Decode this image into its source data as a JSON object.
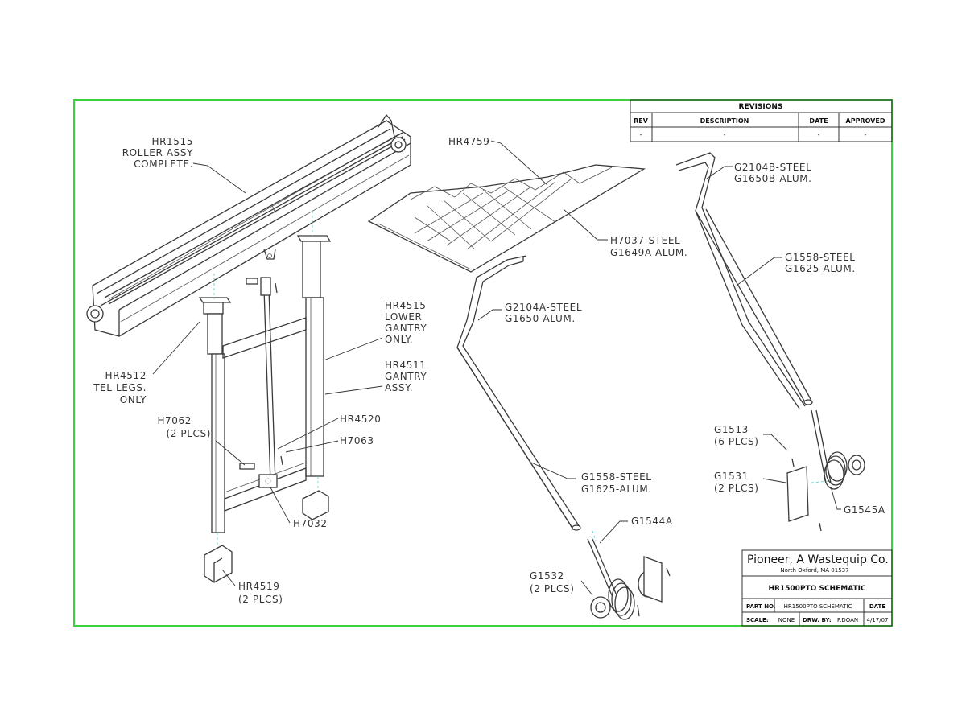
{
  "drawing": {
    "frame_color": "#3bd23b",
    "callouts": {
      "hr1515": [
        "HR1515",
        "ROLLER ASSY",
        "COMPLETE."
      ],
      "hr4512": [
        "HR4512",
        "TEL LEGS.",
        "ONLY"
      ],
      "h7062": [
        "H7062",
        "(2 PLCS)"
      ],
      "hr4515": [
        "HR4515",
        "LOWER",
        "GANTRY",
        "ONLY."
      ],
      "hr4511": [
        "HR4511",
        "GANTRY",
        "ASSY."
      ],
      "hr4520": [
        "HR4520"
      ],
      "h7063": [
        "H7063"
      ],
      "h7032": [
        "H7032"
      ],
      "hr4519": [
        "HR4519",
        "(2 PLCS)"
      ],
      "hr4759": [
        "HR4759"
      ],
      "h7037": [
        "H7037-STEEL",
        "G1649A-ALUM."
      ],
      "g2104b": [
        "G2104B-STEEL",
        "G1650B-ALUM."
      ],
      "g1558_right": [
        "G1558-STEEL",
        "G1625-ALUM."
      ],
      "g2104a": [
        "G2104A-STEEL",
        "G1650-ALUM."
      ],
      "g1558_left": [
        "G1558-STEEL",
        "G1625-ALUM."
      ],
      "g1544a": [
        "G1544A"
      ],
      "g1532": [
        "G1532",
        "(2 PLCS)"
      ],
      "g1513": [
        "G1513",
        "(6 PLCS)"
      ],
      "g1531": [
        "G1531",
        "(2 PLCS)"
      ],
      "g1545a": [
        "G1545A"
      ]
    }
  },
  "revisions": {
    "title": "REVISIONS",
    "headers": [
      "REV",
      "DESCRIPTION",
      "DATE",
      "APPROVED"
    ],
    "rows": [
      [
        "-",
        "-",
        "-",
        "-"
      ]
    ]
  },
  "title_block": {
    "company": "Pioneer, A Wastequip Co.",
    "address": "North Oxford, MA     01537",
    "drawing_title": "HR1500PTO SCHEMATIC",
    "part_no_label": "PART NO.",
    "part_no_value": "HR1500PTO SCHEMATIC",
    "date_label": "DATE",
    "scale_label": "SCALE:",
    "scale_value": "NONE",
    "drawn_by_label": "DRW. BY:",
    "drawn_by_value": "P.DOAN",
    "date_value": "4/17/07"
  }
}
